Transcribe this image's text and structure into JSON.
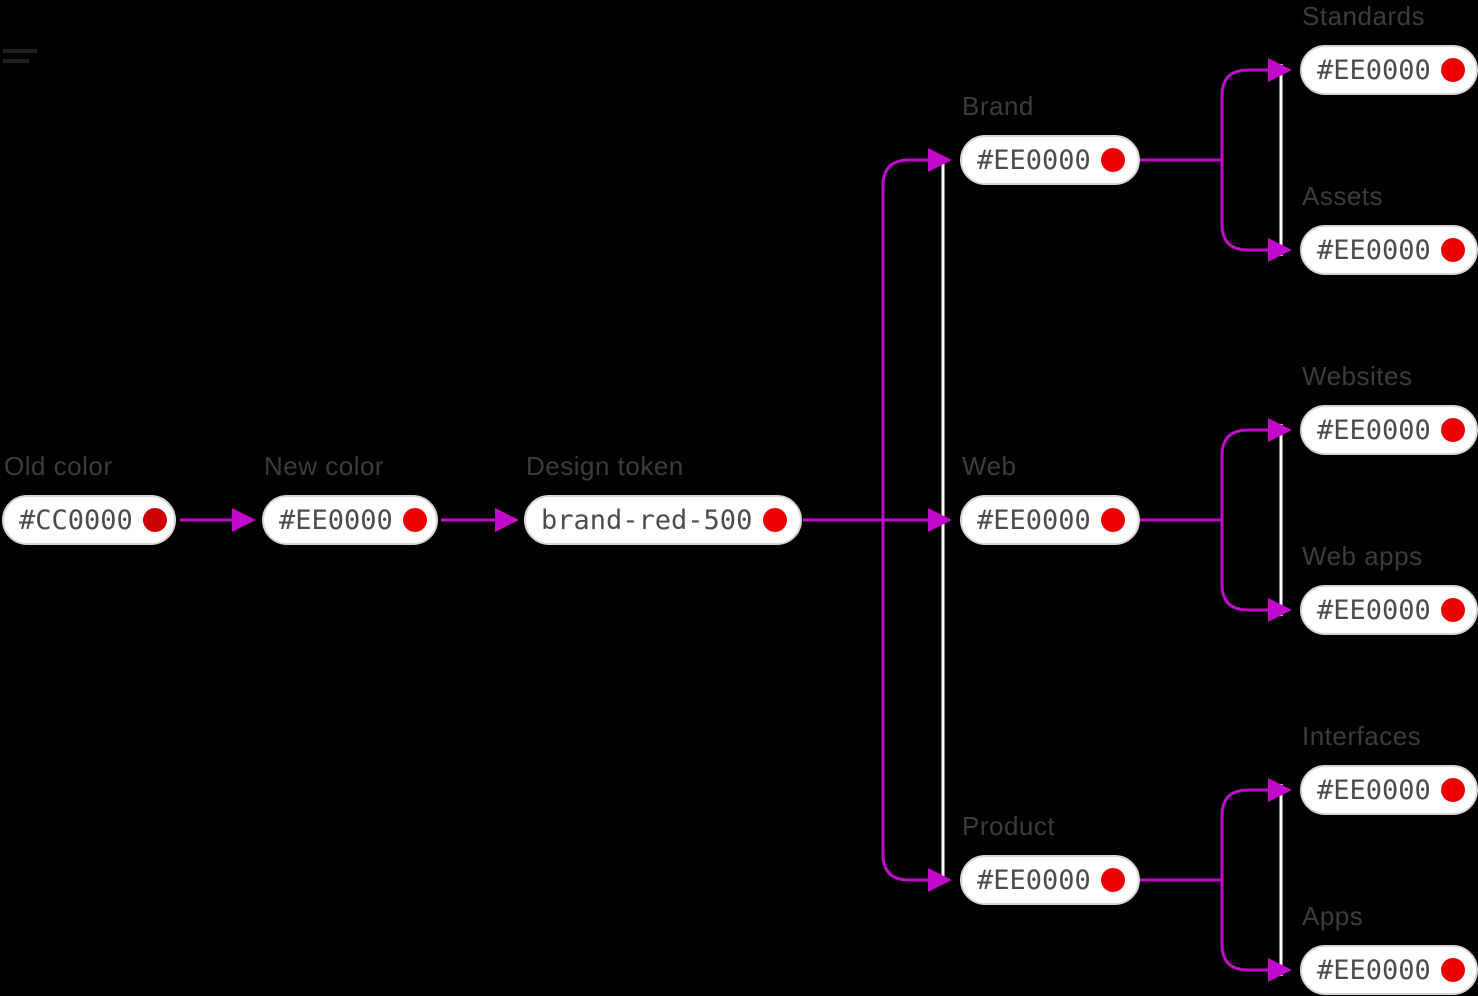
{
  "colors": {
    "background": "#000000",
    "connector": "#c208ca",
    "spine": "#ffffff",
    "label-color": "#3a3d40",
    "value-color": "#4a4c4e",
    "pill-bg": "#ffffff",
    "pill-border": "#d5d5d5",
    "old-red": "#cc0000",
    "new-red": "#ee0000"
  },
  "nodes": {
    "old": {
      "label": "Old color",
      "value": "#CC0000",
      "dot_color": "#cc0000"
    },
    "new": {
      "label": "New color",
      "value": "#EE0000",
      "dot_color": "#ee0000"
    },
    "token": {
      "label": "Design token",
      "value": "brand-red-500",
      "dot_color": "#ee0000"
    },
    "brand": {
      "label": "Brand",
      "value": "#EE0000",
      "dot_color": "#ee0000"
    },
    "web": {
      "label": "Web",
      "value": "#EE0000",
      "dot_color": "#ee0000"
    },
    "product": {
      "label": "Product",
      "value": "#EE0000",
      "dot_color": "#ee0000"
    },
    "standards": {
      "label": "Standards",
      "value": "#EE0000",
      "dot_color": "#ee0000"
    },
    "assets": {
      "label": "Assets",
      "value": "#EE0000",
      "dot_color": "#ee0000"
    },
    "websites": {
      "label": "Websites",
      "value": "#EE0000",
      "dot_color": "#ee0000"
    },
    "webapps": {
      "label": "Web apps",
      "value": "#EE0000",
      "dot_color": "#ee0000"
    },
    "interfaces": {
      "label": "Interfaces",
      "value": "#EE0000",
      "dot_color": "#ee0000"
    },
    "apps": {
      "label": "Apps",
      "value": "#EE0000",
      "dot_color": "#ee0000"
    }
  }
}
